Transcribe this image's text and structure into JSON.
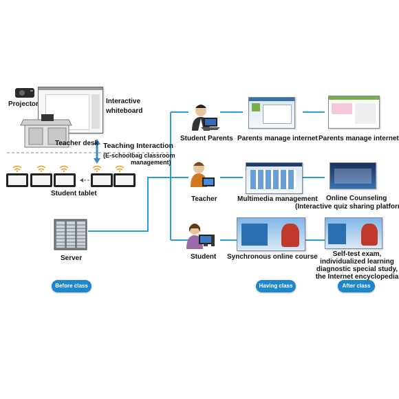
{
  "labels": {
    "projector": "Projector",
    "interactive_whiteboard_1": "Interactive",
    "interactive_whiteboard_2": "whiteboard",
    "teacher_desk": "Teacher desk",
    "teaching_interaction": "Teaching Interaction",
    "eschoolbag_1": "(E-schoolbag classroom",
    "eschoolbag_2": "management)",
    "student_tablet": "Student tablet",
    "server": "Server",
    "student_parents": "Student Parents",
    "teacher": "Teacher",
    "student": "Student",
    "parents_manage_1": "Parents manage internet",
    "parents_manage_2": "Parents manage internet",
    "multimedia_management": "Multimedia management",
    "online_counseling_1": "Online Counseling",
    "online_counseling_2": "(Interactive quiz sharing platform)",
    "synchronous_course": "Synchronous online course",
    "selftest_1": "Self-test exam,",
    "selftest_2": "individualized learning",
    "selftest_3": "diagnostic special study,",
    "selftest_4": "the Internet encyclopedia"
  },
  "phases": {
    "before_class": "Before class",
    "having_class": "Having class",
    "after_class": "After class"
  },
  "colors": {
    "connector": "#2a9fd6",
    "pill": "#1f86c9",
    "arrow": "#3a87c8"
  },
  "icons": [
    "projector-icon",
    "whiteboard-icon",
    "teacher-desk-icon",
    "tablet-icon",
    "wifi-icon",
    "server-icon",
    "person-icon",
    "laptop-icon",
    "monitor-icon"
  ]
}
